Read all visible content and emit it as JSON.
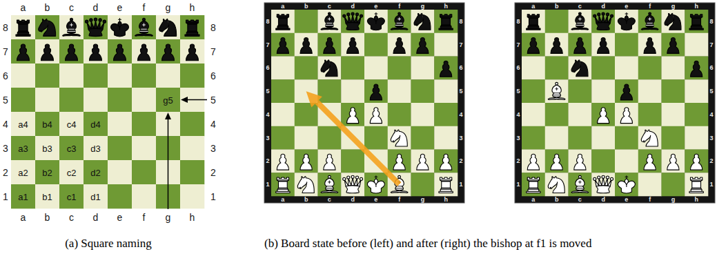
{
  "diagram": {
    "labels": [
      "a",
      "b",
      "c",
      "d",
      "e",
      "f",
      "g",
      "h",
      "8",
      "8",
      "7",
      "7",
      "6",
      "6",
      "5",
      "g5",
      "5",
      "4",
      "a4",
      "b4",
      "c4",
      "d4",
      "4",
      "3",
      "a3",
      "b3",
      "c3",
      "d3",
      "3",
      "2",
      "a2",
      "b2",
      "c2",
      "d2",
      "2",
      "1",
      "a1",
      "b1",
      "c1",
      "d1",
      "1",
      "a",
      "b",
      "c",
      "d",
      "e",
      "f",
      "g",
      "h",
      "a",
      "b",
      "c",
      "d",
      "e",
      "f",
      "g",
      "h",
      "8",
      "8",
      "7",
      "7",
      "6",
      "6",
      "5",
      "5",
      "4",
      "4",
      "3",
      "3",
      "2",
      "2",
      "1",
      "1",
      "a",
      "b",
      "c",
      "d",
      "e",
      "f",
      "g",
      "h",
      "a",
      "b",
      "c",
      "d",
      "e",
      "f",
      "g",
      "h",
      "8",
      "8",
      "7",
      "7",
      "6",
      "6",
      "5",
      "5",
      "4",
      "4",
      "3",
      "3",
      "2",
      "2",
      "1",
      "1",
      "a",
      "b",
      "c",
      "d",
      "e",
      "f",
      "g",
      "h",
      "(a) Square naming",
      "(b) Board state before (left) and after (right) the bishop at f1 is moved"
    ]
  }
}
